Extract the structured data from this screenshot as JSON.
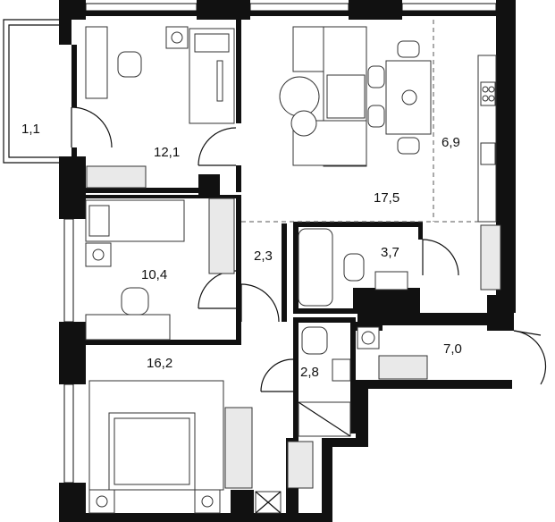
{
  "rooms": [
    {
      "id": "balcony",
      "area": "1,1"
    },
    {
      "id": "bedroom-top",
      "area": "12,1"
    },
    {
      "id": "living",
      "area": "17,5"
    },
    {
      "id": "kitchen",
      "area": "6,9"
    },
    {
      "id": "bedroom-middle",
      "area": "10,4"
    },
    {
      "id": "corridor",
      "area": "2,3"
    },
    {
      "id": "bathroom",
      "area": "3,7"
    },
    {
      "id": "hall",
      "area": "7,0"
    },
    {
      "id": "wc",
      "area": "2,8"
    },
    {
      "id": "bedroom-bottom",
      "area": "16,2"
    }
  ],
  "colors": {
    "wall": "#111111",
    "furniture": "#e9e9e9",
    "background": "#ffffff"
  }
}
